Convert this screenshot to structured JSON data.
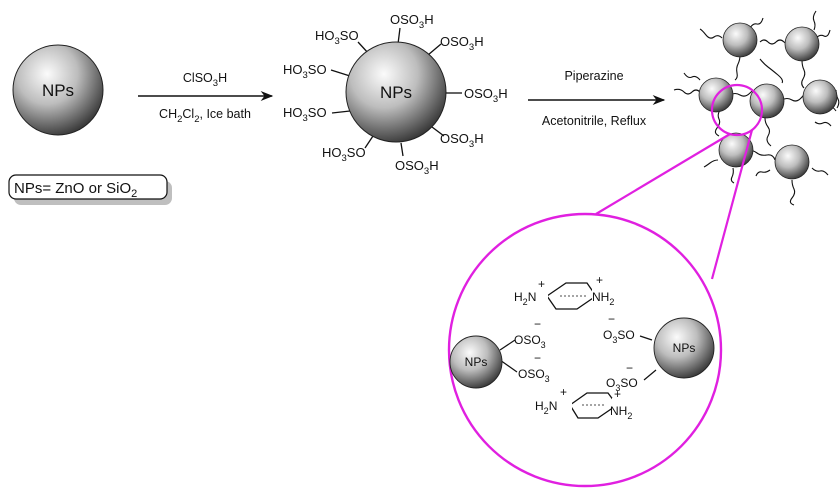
{
  "nanoparticle_label": "NPs",
  "legend": {
    "text": "NPs= ZnO or SiO",
    "sub": "2"
  },
  "step1": {
    "reagent": {
      "pre": "ClSO",
      "sub": "3",
      "post": "H"
    },
    "conditions": {
      "p1": "CH",
      "s1": "2",
      "p2": "Cl",
      "s2": "2",
      "p3": ", Ice bath"
    }
  },
  "sulfonated_groups": {
    "top": {
      "pre": "OSO",
      "sub": "3",
      "post": "H"
    },
    "upper_left": {
      "pre": "HO",
      "sub": "3",
      "post": "SO"
    },
    "upper_right": {
      "pre": "OSO",
      "sub": "3",
      "post": "H"
    },
    "mid_left": {
      "pre": "HO",
      "sub": "3",
      "post": "SO"
    },
    "right": {
      "pre": "OSO",
      "sub": "3",
      "post": "H"
    },
    "lower_left": {
      "pre": "HO",
      "sub": "3",
      "post": "SO"
    },
    "lower_right": {
      "pre": "OSO",
      "sub": "3",
      "post": "H"
    },
    "bottom_left": {
      "pre": "HO",
      "sub": "3",
      "post": "SO"
    },
    "bottom": {
      "pre": "OSO",
      "sub": "3",
      "post": "H"
    }
  },
  "step2": {
    "reagent": "Piperazine",
    "conditions": "Acetonitrile, Reflux"
  },
  "zoom": {
    "left_groups": {
      "pre": "OSO",
      "sub": "3",
      "charge": "−"
    },
    "right_groups": {
      "pre": "O",
      "sub": "3",
      "post": "SO",
      "charge": "−"
    },
    "piperazinium": {
      "h2n": "H",
      "h2n_sub": "2",
      "n": "N",
      "nh2": "NH",
      "nh2_sub": "2",
      "plus": "+"
    }
  },
  "colors": {
    "magenta": "#e020e0",
    "sphere_dark": "#2a2a2a",
    "sphere_light": "#f4f4f4"
  }
}
